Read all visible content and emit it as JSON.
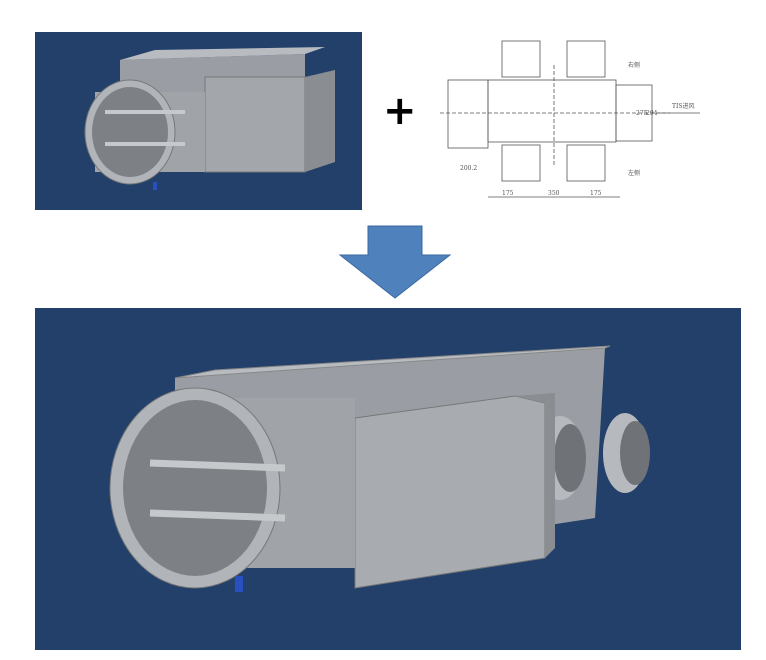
{
  "symbols": {
    "plus": "+"
  },
  "drawing": {
    "label_right_side": "右侧",
    "label_left_side": "左侧",
    "label_inlet": "TIS进风",
    "dim_left": "175",
    "dim_middle": "350",
    "dim_right": "175",
    "dim_height_inner": "275",
    "dim_height_outer": "294",
    "dim_side": "200.2"
  },
  "colors": {
    "background_panel": "#22406a",
    "arrow": "#4f81bd",
    "metal": "#a9adb2"
  }
}
